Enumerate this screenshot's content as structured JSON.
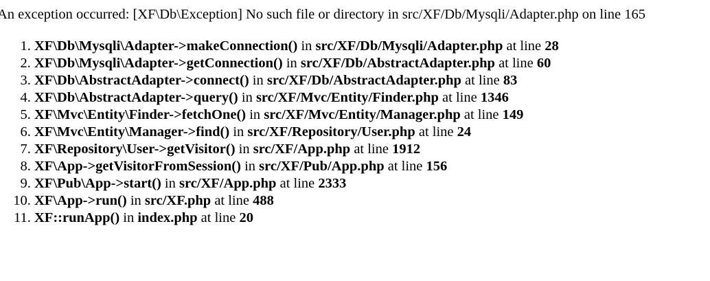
{
  "error": {
    "message": "An exception occurred: [XF\\Db\\Exception] No such file or directory in src/XF/Db/Mysqli/Adapter.php on line 165"
  },
  "stack_trace": [
    {
      "call": "XF\\Db\\Mysqli\\Adapter->makeConnection()",
      "in_text": " in ",
      "file": "src/XF/Db/Mysqli/Adapter.php",
      "at_text": " at line ",
      "line": "28"
    },
    {
      "call": "XF\\Db\\Mysqli\\Adapter->getConnection()",
      "in_text": " in ",
      "file": "src/XF/Db/AbstractAdapter.php",
      "at_text": " at line ",
      "line": "60"
    },
    {
      "call": "XF\\Db\\AbstractAdapter->connect()",
      "in_text": " in ",
      "file": "src/XF/Db/AbstractAdapter.php",
      "at_text": " at line ",
      "line": "83"
    },
    {
      "call": "XF\\Db\\AbstractAdapter->query()",
      "in_text": " in ",
      "file": "src/XF/Mvc/Entity/Finder.php",
      "at_text": " at line ",
      "line": "1346"
    },
    {
      "call": "XF\\Mvc\\Entity\\Finder->fetchOne()",
      "in_text": " in ",
      "file": "src/XF/Mvc/Entity/Manager.php",
      "at_text": " at line ",
      "line": "149"
    },
    {
      "call": "XF\\Mvc\\Entity\\Manager->find()",
      "in_text": " in ",
      "file": "src/XF/Repository/User.php",
      "at_text": " at line ",
      "line": "24"
    },
    {
      "call": "XF\\Repository\\User->getVisitor()",
      "in_text": " in ",
      "file": "src/XF/App.php",
      "at_text": " at line ",
      "line": "1912"
    },
    {
      "call": "XF\\App->getVisitorFromSession()",
      "in_text": " in ",
      "file": "src/XF/Pub/App.php",
      "at_text": " at line ",
      "line": "156"
    },
    {
      "call": "XF\\Pub\\App->start()",
      "in_text": " in ",
      "file": "src/XF/App.php",
      "at_text": " at line ",
      "line": "2333"
    },
    {
      "call": "XF\\App->run()",
      "in_text": " in ",
      "file": "src/XF.php",
      "at_text": " at line ",
      "line": "488"
    },
    {
      "call": "XF::runApp()",
      "in_text": " in ",
      "file": "index.php",
      "at_text": " at line ",
      "line": "20"
    }
  ]
}
